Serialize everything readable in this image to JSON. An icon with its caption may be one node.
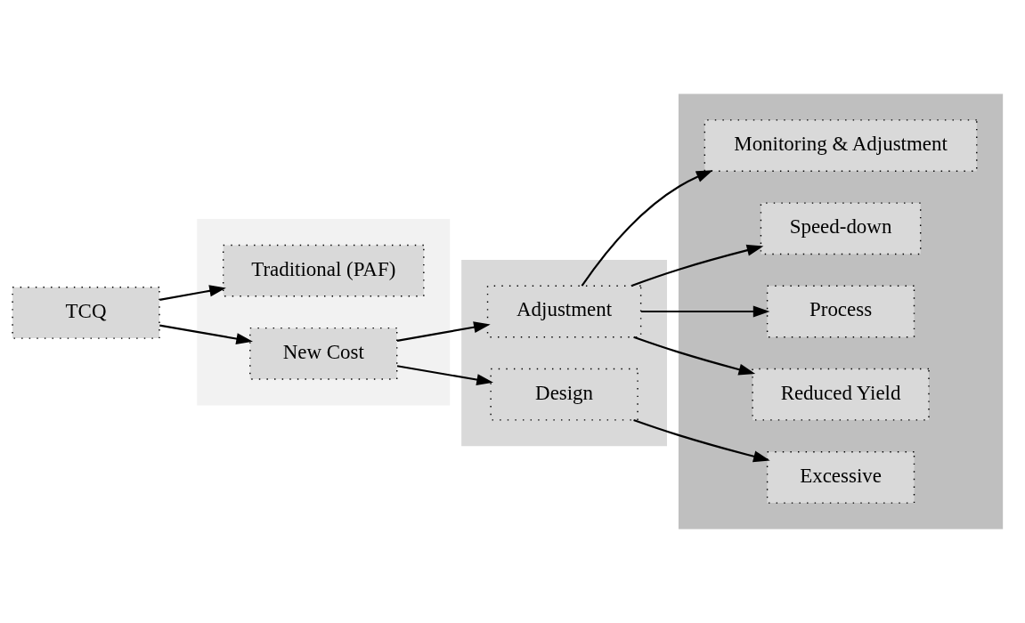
{
  "diagram": {
    "nodes": [
      {
        "text": [],
        "shape": "band"
      },
      {
        "text": [],
        "shape": "band"
      },
      {
        "text": [],
        "shape": "band"
      },
      {
        "text": [
          "TCQ"
        ]
      },
      {
        "text": [
          "Traditional (PAF)"
        ],
        "in": 0
      },
      {
        "text": [
          "New Cost"
        ],
        "in": 0
      },
      {
        "text": [
          "Adjustment"
        ],
        "in": 1
      },
      {
        "text": [
          "Design"
        ],
        "in": 1
      },
      {
        "text": [
          "Monitoring & Adjustment"
        ],
        "in": 2
      },
      {
        "text": [
          "Speed-down"
        ],
        "in": 2
      },
      {
        "text": [
          "Process"
        ],
        "in": 2
      },
      {
        "text": [
          "Reduced Yield"
        ],
        "in": 2
      },
      {
        "text": [
          "Excessive"
        ],
        "in": 2
      }
    ],
    "edges": [
      {
        "from": 3,
        "to": 4,
        "arrow": "to"
      },
      {
        "from": 3,
        "to": 5,
        "arrow": "to"
      },
      {
        "from": 5,
        "to": 6,
        "arrow": "to"
      },
      {
        "from": 5,
        "to": 7,
        "arrow": "to"
      },
      {
        "from": 6,
        "to": 8,
        "arrow": "to"
      },
      {
        "from": 6,
        "to": 9,
        "arrow": "to"
      },
      {
        "from": 6,
        "to": 10,
        "arrow": "to"
      },
      {
        "from": 6,
        "to": 11,
        "arrow": "to"
      },
      {
        "from": 7,
        "to": 12,
        "arrow": "to"
      }
    ]
  }
}
